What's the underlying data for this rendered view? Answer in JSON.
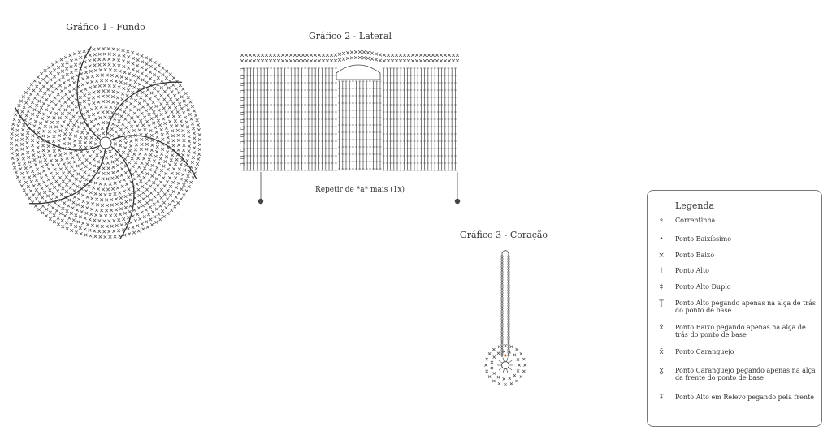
{
  "charts": {
    "fundo_title": "Gráfico 1 - Fundo",
    "lateral_title": "Gráfico 2 - Lateral",
    "coracao_title": "Gráfico 3 - Coração",
    "repeat_note": "Repetir de *a* mais (1x)"
  },
  "legend": {
    "title": "Legenda",
    "items": [
      {
        "symbol": "chain-symbol-icon",
        "glyph": "⚬",
        "label": "Correntinha"
      },
      {
        "symbol": "slip-stitch-icon",
        "glyph": "•",
        "label": "Ponto Baixíssimo"
      },
      {
        "symbol": "single-crochet-icon",
        "glyph": "×",
        "label": "Ponto Baixo"
      },
      {
        "symbol": "double-crochet-icon",
        "glyph": "†",
        "label": "Ponto Alto"
      },
      {
        "symbol": "treble-crochet-icon",
        "glyph": "‡",
        "label": "Ponto Alto Duplo"
      },
      {
        "symbol": "back-loop-double-crochet-icon",
        "glyph": "Ţ",
        "label": "Ponto Alto pegando apenas na alça de trás do ponto de base"
      },
      {
        "symbol": "back-loop-single-crochet-icon",
        "glyph": "ẋ",
        "label": "Ponto Baixo pegando apenas na alça de trás do ponto de base"
      },
      {
        "symbol": "crab-stitch-icon",
        "glyph": "x̃",
        "label": "Ponto Caranguejo"
      },
      {
        "symbol": "front-loop-crab-stitch-icon",
        "glyph": "x̰",
        "label": "Ponto Caranguejo pegando apenas na alça da frente do ponto de base"
      },
      {
        "symbol": "front-post-double-crochet-icon",
        "glyph": "Ŧ",
        "label": "Ponto Alto em Relevo pegando pela frente"
      }
    ]
  }
}
